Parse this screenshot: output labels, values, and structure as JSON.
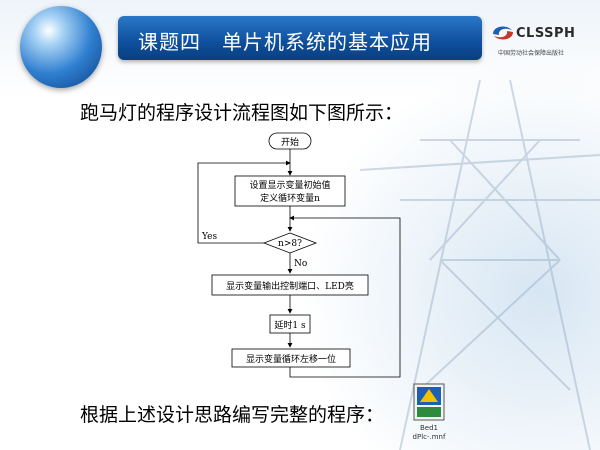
{
  "header": {
    "title": "课题四　单片机系统的基本应用",
    "logo_text": "CLSSPH",
    "logo_subtitle": "中国劳动社会保障出版社"
  },
  "intro_text": "跑马灯的程序设计流程图如下图所示：",
  "closing_text": "根据上述设计思路编写完整的程序：",
  "flowchart": {
    "start": "开始",
    "init_line1": "设置显示变量初始值",
    "init_line2": "定义循环变量n",
    "decision": "n>8?",
    "yes_label": "Yes",
    "no_label": "No",
    "output": "显示变量输出控制端口、LED亮",
    "delay": "延时1 s",
    "shift": "显示变量循环左移一位"
  },
  "attachment": {
    "icon": "file-icon",
    "label_line1": "Bed1",
    "label_line2": "dPlc-.mnf"
  },
  "colors": {
    "title_bar": "#0e4f9c",
    "title_text": "#ffffff",
    "body_text": "#000000"
  }
}
